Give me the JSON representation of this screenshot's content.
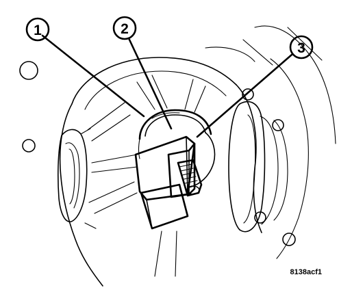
{
  "callouts": [
    {
      "number": "1"
    },
    {
      "number": "2"
    },
    {
      "number": "3"
    }
  ],
  "figure_id": "8138acf1"
}
